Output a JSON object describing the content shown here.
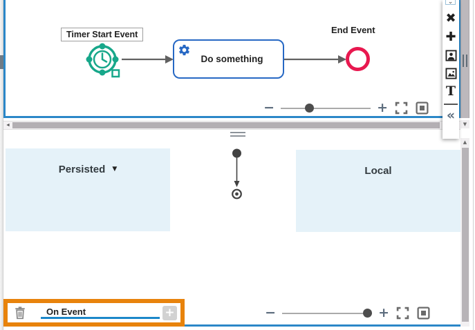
{
  "diagram_panel": {
    "timer_event_label": "Timer Start Event",
    "task_label": "Do something",
    "end_event_label": "End Event",
    "zoom_out": "−",
    "zoom_in": "+",
    "zoom_percent": 32
  },
  "bottom_panel": {
    "left_column_label": "Persisted",
    "left_column_caret": "▼",
    "right_column_label": "Local",
    "zoom_out": "−",
    "zoom_in": "+",
    "zoom_percent": 95,
    "event_row": {
      "name": "On Event",
      "add_button": "+"
    }
  },
  "palette": {
    "close_icon": "✖",
    "add_icon": "✚",
    "text_icon": "T",
    "collapse_icon": "«"
  },
  "scrollbars": {
    "left_arrow": "◄",
    "down_arrow": "▼",
    "up_arrow": "▲"
  },
  "colors": {
    "accent_blue": "#2b87c8",
    "task_blue": "#2668c4",
    "event_green": "#17a78a",
    "end_event_red": "#e8184f",
    "highlight_orange": "#e8830c",
    "column_panel_blue": "#e5f2f9"
  }
}
